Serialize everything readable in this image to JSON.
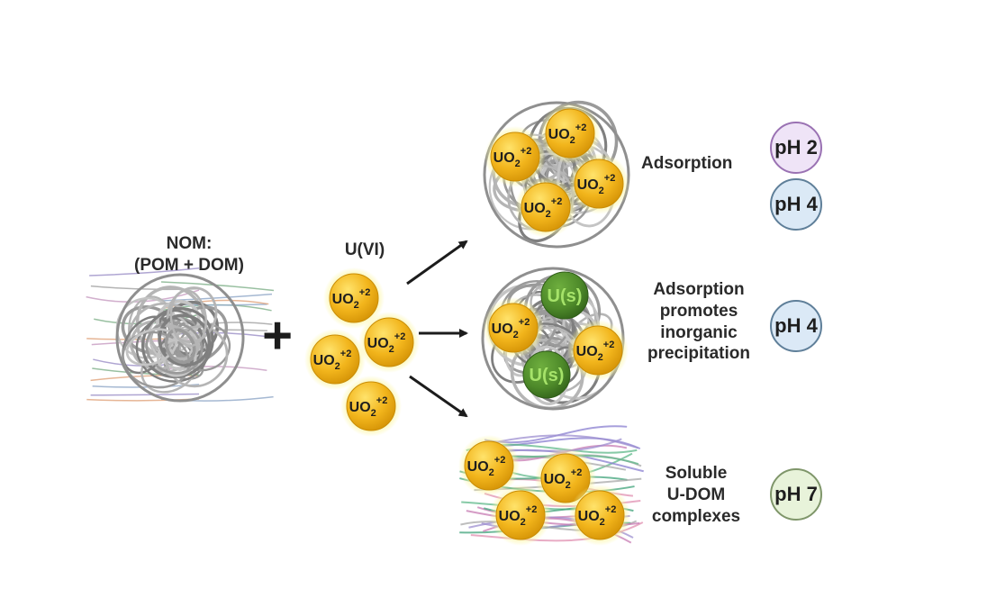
{
  "nom": {
    "title_line1": "NOM:",
    "title_line2": "(POM + DOM)"
  },
  "plus": "+",
  "uvi": {
    "title": "U(VI)",
    "ion_base": "UO",
    "ion_sub": "2",
    "ion_sup": "+2"
  },
  "precip_label": "U(s)",
  "outcomes": [
    {
      "id": "adsorption",
      "label_lines": [
        "Adsorption"
      ],
      "ph": [
        "pH 2",
        "pH 4"
      ]
    },
    {
      "id": "precipitation",
      "label_lines": [
        "Adsorption",
        "promotes",
        "inorganic",
        "precipitation"
      ],
      "ph": [
        "pH 4"
      ]
    },
    {
      "id": "soluble",
      "label_lines": [
        "Soluble",
        "U-DOM",
        "complexes"
      ],
      "ph": [
        "pH 7"
      ]
    }
  ],
  "colors": {
    "uranyl_fill": "#f2b51c",
    "uranyl_glow": "#f7f06a",
    "precip_fill": "#4e8a2a",
    "precip_text": "#a6e36a",
    "ph2_fill": "#efe4f7",
    "ph2_border": "#9a72b3",
    "ph4_fill": "#dbe9f6",
    "ph4_border": "#5f7f99",
    "ph7_fill": "#e8f3da",
    "ph7_border": "#7f966a"
  }
}
